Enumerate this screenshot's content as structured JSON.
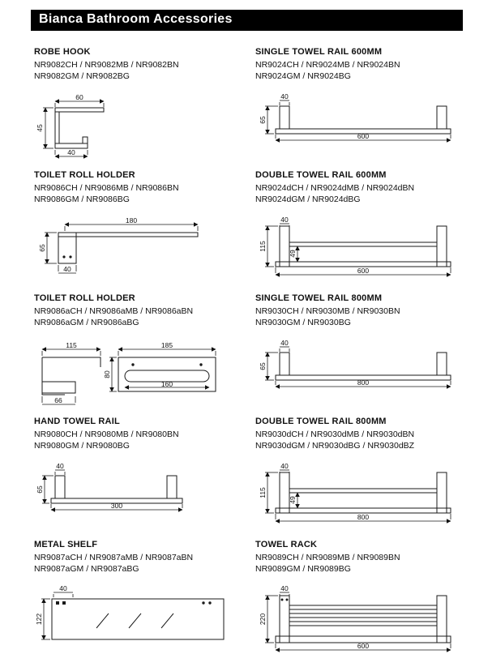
{
  "page": {
    "title": "Bianca Bathroom Accessories"
  },
  "products": [
    {
      "name": "ROBE HOOK",
      "codes1": "NR9082CH / NR9082MB / NR9082BN",
      "codes2": "NR9082GM / NR9082BG",
      "dims": {
        "width": "60",
        "height": "45",
        "depth": "40"
      }
    },
    {
      "name": "SINGLE TOWEL RAIL 600MM",
      "codes1": "NR9024CH / NR9024MB / NR9024BN",
      "codes2": "NR9024GM / NR9024BG",
      "dims": {
        "post": "40",
        "height": "65",
        "length": "600"
      }
    },
    {
      "name": "TOILET ROLL HOLDER",
      "codes1": "NR9086CH / NR9086MB / NR9086BN",
      "codes2": "NR9086GM / NR9086BG",
      "dims": {
        "length": "180",
        "height": "65",
        "plate": "40"
      }
    },
    {
      "name": "DOUBLE TOWEL RAIL 600MM",
      "codes1": "NR9024dCH / NR9024dMB / NR9024dBN",
      "codes2": "NR9024dGM / NR9024dBG",
      "dims": {
        "post": "40",
        "height": "115",
        "gap": "49",
        "length": "600"
      }
    },
    {
      "name": "TOILET ROLL HOLDER",
      "codes1": "NR9086aCH / NR9086aMB / NR9086aBN",
      "codes2": "NR9086aGM / NR9086aBG",
      "dims": {
        "side_width": "115",
        "front_width": "185",
        "height": "80",
        "roll": "160",
        "side_depth": "66"
      }
    },
    {
      "name": "SINGLE TOWEL RAIL 800MM",
      "codes1": "NR9030CH / NR9030MB / NR9030BN",
      "codes2": "NR9030GM / NR9030BG",
      "dims": {
        "post": "40",
        "height": "65",
        "length": "800"
      }
    },
    {
      "name": "HAND TOWEL RAIL",
      "codes1": "NR9080CH / NR9080MB / NR9080BN",
      "codes2": "NR9080GM / NR9080BG",
      "dims": {
        "post": "40",
        "height": "65",
        "length": "300"
      }
    },
    {
      "name": "DOUBLE TOWEL RAIL 800MM",
      "codes1": "NR9030dCH / NR9030dMB / NR9030dBN",
      "codes2": "NR9030dGM / NR9030dBG / NR9030dBZ",
      "dims": {
        "post": "40",
        "height": "115",
        "gap": "49",
        "length": "800"
      }
    },
    {
      "name": "METAL SHELF",
      "codes1": "NR9087aCH / NR9087aMB / NR9087aBN",
      "codes2": "NR9087aGM / NR9087aBG",
      "dims": {
        "post": "40",
        "height": "122"
      }
    },
    {
      "name": "TOWEL RACK",
      "codes1": "NR9089CH / NR9089MB / NR9089BN",
      "codes2": "NR9089GM / NR9089BG",
      "dims": {
        "post": "40",
        "height": "220",
        "length": "600"
      }
    }
  ]
}
